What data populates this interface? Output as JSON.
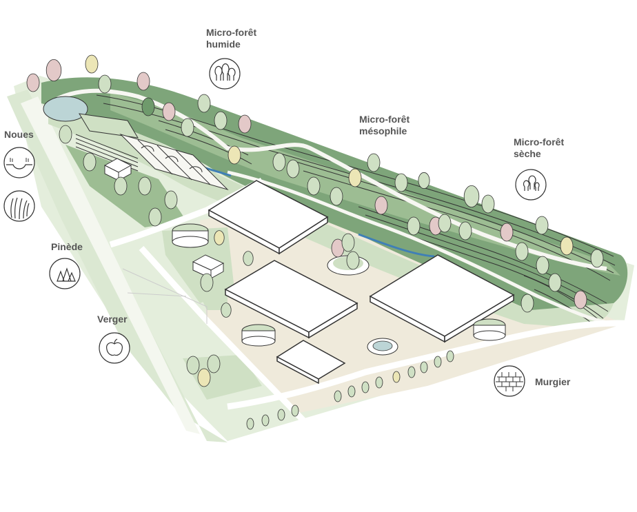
{
  "labels": {
    "micro_foret_humide": [
      "Micro-forêt",
      "humide"
    ],
    "micro_foret_mesophile": [
      "Micro-forêt",
      "mésophile"
    ],
    "micro_foret_seche": [
      "Micro-forêt",
      "sèche"
    ],
    "noues": "Noues",
    "pinede": "Pinède",
    "verger": "Verger",
    "murgier": "Murgier"
  },
  "colors": {
    "dark_green": "#6f9a6c",
    "mid_green": "#9dbd93",
    "light_green": "#cfe0c4",
    "pale_green": "#e4eedc",
    "sand": "#efeadb",
    "water": "#3f7fb6",
    "pink_tree": "#e3c9c8",
    "yellow_tree": "#ece6b6",
    "outline": "#333333",
    "label": "#555555"
  },
  "icons": [
    "wet-forest-icon",
    "swale-icon",
    "reeds-icon",
    "pine-forest-icon",
    "apple-icon",
    "dry-forest-icon",
    "stone-wall-icon"
  ]
}
